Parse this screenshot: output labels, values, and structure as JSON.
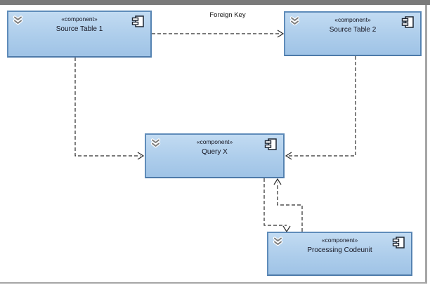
{
  "window": {
    "surface": "diagram-canvas"
  },
  "colors": {
    "node_fill_top": "#c2dbf2",
    "node_fill_bottom": "#9fc3e6",
    "node_border": "#5f8cba",
    "connector_line": "#2b2b2b",
    "titlebar": "#7a7a7a",
    "frame_border": "#a6a6a6",
    "text": "#141420"
  },
  "diagram": {
    "type": "uml-component-diagram",
    "nodes": [
      {
        "id": "source-table-1",
        "stereotype": "«component»",
        "name": "Source Table 1"
      },
      {
        "id": "source-table-2",
        "stereotype": "«component»",
        "name": "Source Table 2"
      },
      {
        "id": "query-x",
        "stereotype": "«component»",
        "name": "Query X"
      },
      {
        "id": "processing-codeunit",
        "stereotype": "«component»",
        "name": "Processing Codeunit"
      }
    ],
    "connectors": [
      {
        "id": "foreign-key",
        "label": "Foreign Key",
        "from": "Source Table 1",
        "to": "Source Table 2",
        "style": "dashed-open-arrow"
      },
      {
        "id": "st1-to-query",
        "label": "",
        "from": "Source Table 1",
        "to": "Query X",
        "style": "dashed-open-arrow"
      },
      {
        "id": "st2-to-query",
        "label": "",
        "from": "Source Table 2",
        "to": "Query X",
        "style": "dashed-open-arrow"
      },
      {
        "id": "query-to-codeunit",
        "label": "",
        "from": "Query X",
        "to": "Processing Codeunit",
        "style": "dashed-open-arrow"
      },
      {
        "id": "codeunit-to-query",
        "label": "",
        "from": "Processing Codeunit",
        "to": "Query X",
        "style": "dashed-open-arrow"
      }
    ]
  }
}
